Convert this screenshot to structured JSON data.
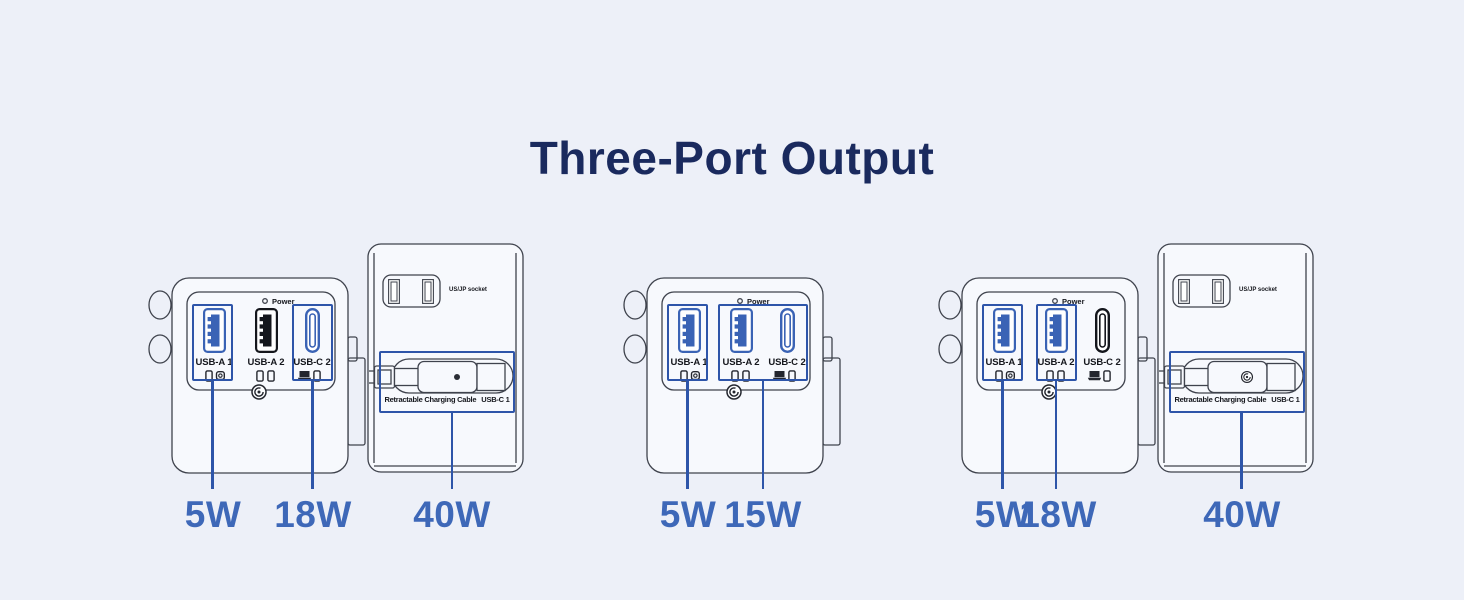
{
  "title": "Three-Port Output",
  "colors": {
    "background": "#edf0f8",
    "title_text": "#1a2a5e",
    "highlight_blue": "#2e55a9",
    "active_port_blue": "#3a63b5",
    "wattage_text": "#3e68b8",
    "line_art": "#3f434d"
  },
  "groups": [
    {
      "front": {
        "power_label": "Power",
        "ports": [
          {
            "label": "USB-A 1",
            "type": "usb-a",
            "state": "active-blue",
            "highlighted": true,
            "device_icons": [
              "phone-icon",
              "watch-icon"
            ]
          },
          {
            "label": "USB-A 2",
            "type": "usb-a",
            "state": "inactive-black",
            "highlighted": false,
            "device_icons": [
              "phone-icon",
              "phone-icon"
            ]
          },
          {
            "label": "USB-C 2",
            "type": "usb-c",
            "state": "active-blue",
            "highlighted": true,
            "device_icons": [
              "laptop-icon",
              "phone-icon"
            ]
          }
        ]
      },
      "back": {
        "socket_label": "US/JP socket",
        "cable_label": "Retractable Charging Cable",
        "cable_port_label": "USB-C 1"
      },
      "wattages": [
        {
          "value": "5W",
          "port": "USB-A 1"
        },
        {
          "value": "18W",
          "port": "USB-C 2"
        },
        {
          "value": "40W",
          "port": "USB-C 1"
        }
      ]
    },
    {
      "front": {
        "power_label": "Power",
        "ports": [
          {
            "label": "USB-A 1",
            "type": "usb-a",
            "state": "active-blue",
            "highlighted": true,
            "device_icons": [
              "phone-icon",
              "watch-icon"
            ]
          },
          {
            "label": "USB-A 2",
            "type": "usb-a",
            "state": "active-blue",
            "highlighted": true,
            "device_icons": [
              "phone-icon",
              "phone-icon"
            ]
          },
          {
            "label": "USB-C 2",
            "type": "usb-c",
            "state": "active-blue",
            "highlighted": true,
            "device_icons": [
              "laptop-icon",
              "phone-icon"
            ]
          }
        ]
      },
      "wattages": [
        {
          "value": "5W",
          "port": "USB-A 1"
        },
        {
          "value": "15W",
          "port": "USB-A 2 + USB-C 2"
        }
      ]
    },
    {
      "front": {
        "power_label": "Power",
        "ports": [
          {
            "label": "USB-A 1",
            "type": "usb-a",
            "state": "active-blue",
            "highlighted": true,
            "device_icons": [
              "phone-icon",
              "watch-icon"
            ]
          },
          {
            "label": "USB-A 2",
            "type": "usb-a",
            "state": "active-blue",
            "highlighted": true,
            "device_icons": [
              "phone-icon",
              "phone-icon"
            ]
          },
          {
            "label": "USB-C 2",
            "type": "usb-c",
            "state": "inactive-black",
            "highlighted": false,
            "device_icons": [
              "laptop-icon",
              "phone-icon"
            ]
          }
        ]
      },
      "back": {
        "socket_label": "US/JP socket",
        "cable_label": "Retractable Charging Cable",
        "cable_port_label": "USB-C 1"
      },
      "wattages": [
        {
          "value": "5W",
          "port": "USB-A 1"
        },
        {
          "value": "18W",
          "port": "USB-A 2"
        },
        {
          "value": "40W",
          "port": "USB-C 1"
        }
      ]
    }
  ]
}
